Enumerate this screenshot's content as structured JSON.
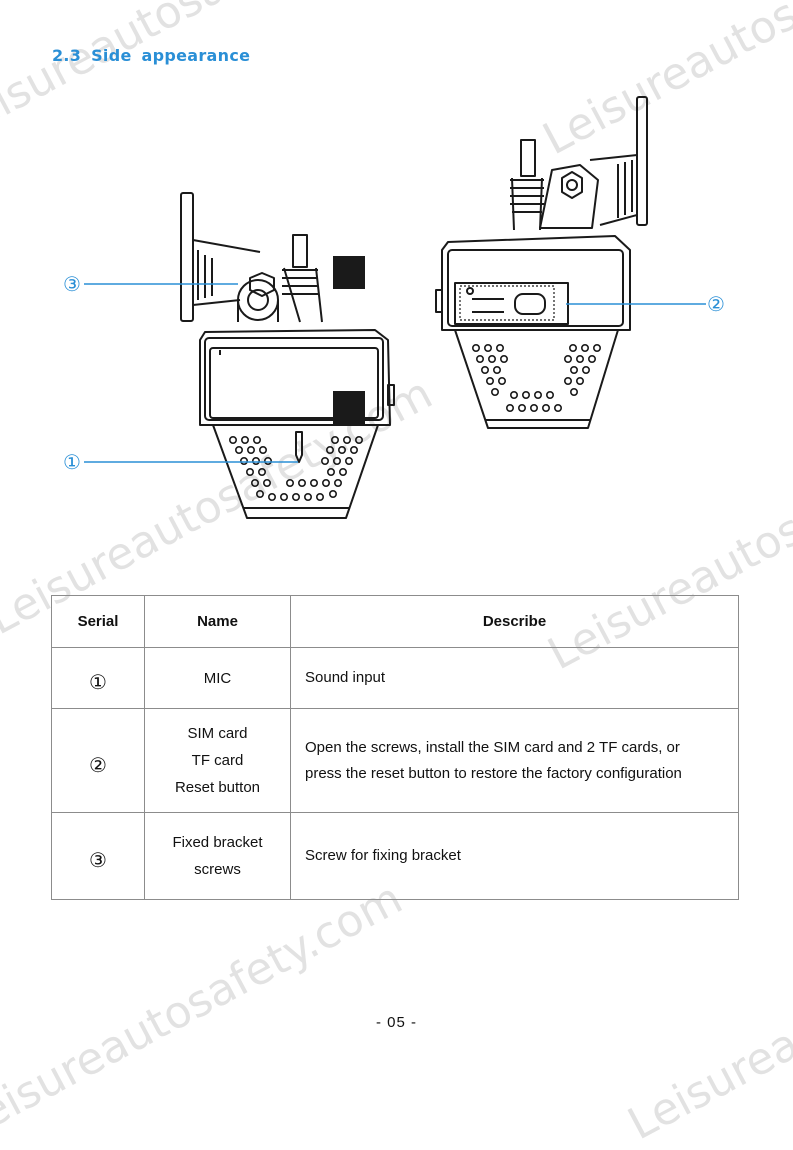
{
  "watermark": "Leisureautosafety.com",
  "heading": "2.3 Side appearance",
  "callouts": {
    "c1": "①",
    "c2": "②",
    "c3": "③"
  },
  "table": {
    "headers": {
      "serial": "Serial",
      "name": "Name",
      "describe": "Describe"
    },
    "rows": [
      {
        "serial": "①",
        "name": [
          "MIC"
        ],
        "describe": [
          "Sound input"
        ]
      },
      {
        "serial": "②",
        "name": [
          "SIM card",
          "TF card",
          "Reset button"
        ],
        "describe": [
          "Open the screws, install the SIM card and 2 TF cards, or",
          "press the reset button to restore the factory configuration"
        ]
      },
      {
        "serial": "③",
        "name": [
          "Fixed bracket",
          "screws"
        ],
        "describe": [
          "Screw for fixing bracket"
        ]
      }
    ]
  },
  "page_number": "- 05 -",
  "colors": {
    "heading": "#2a8fd6",
    "callout": "#2a8fd6",
    "watermark": "#e2e2e2",
    "border": "#8c8c8c"
  }
}
